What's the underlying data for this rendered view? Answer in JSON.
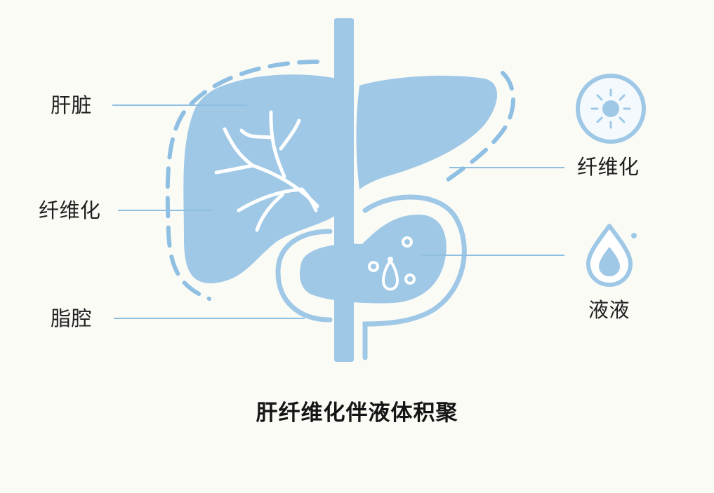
{
  "labels": {
    "liver": "肝脏",
    "fibrosis_left": "纤维化",
    "cavity": "脂腔",
    "fibrosis_right": "纤维化",
    "fluid": "液液"
  },
  "caption": "肝纤维化伴液体积聚",
  "colors": {
    "organ_fill": "#9ec8e6",
    "organ_stroke": "#8fbfe2",
    "leader_line": "#8fbfe0",
    "text": "#1f1f1f"
  },
  "icons": {
    "sun_icon": "fibrosis-sun-icon",
    "drop_icon": "fluid-drop-icon"
  }
}
